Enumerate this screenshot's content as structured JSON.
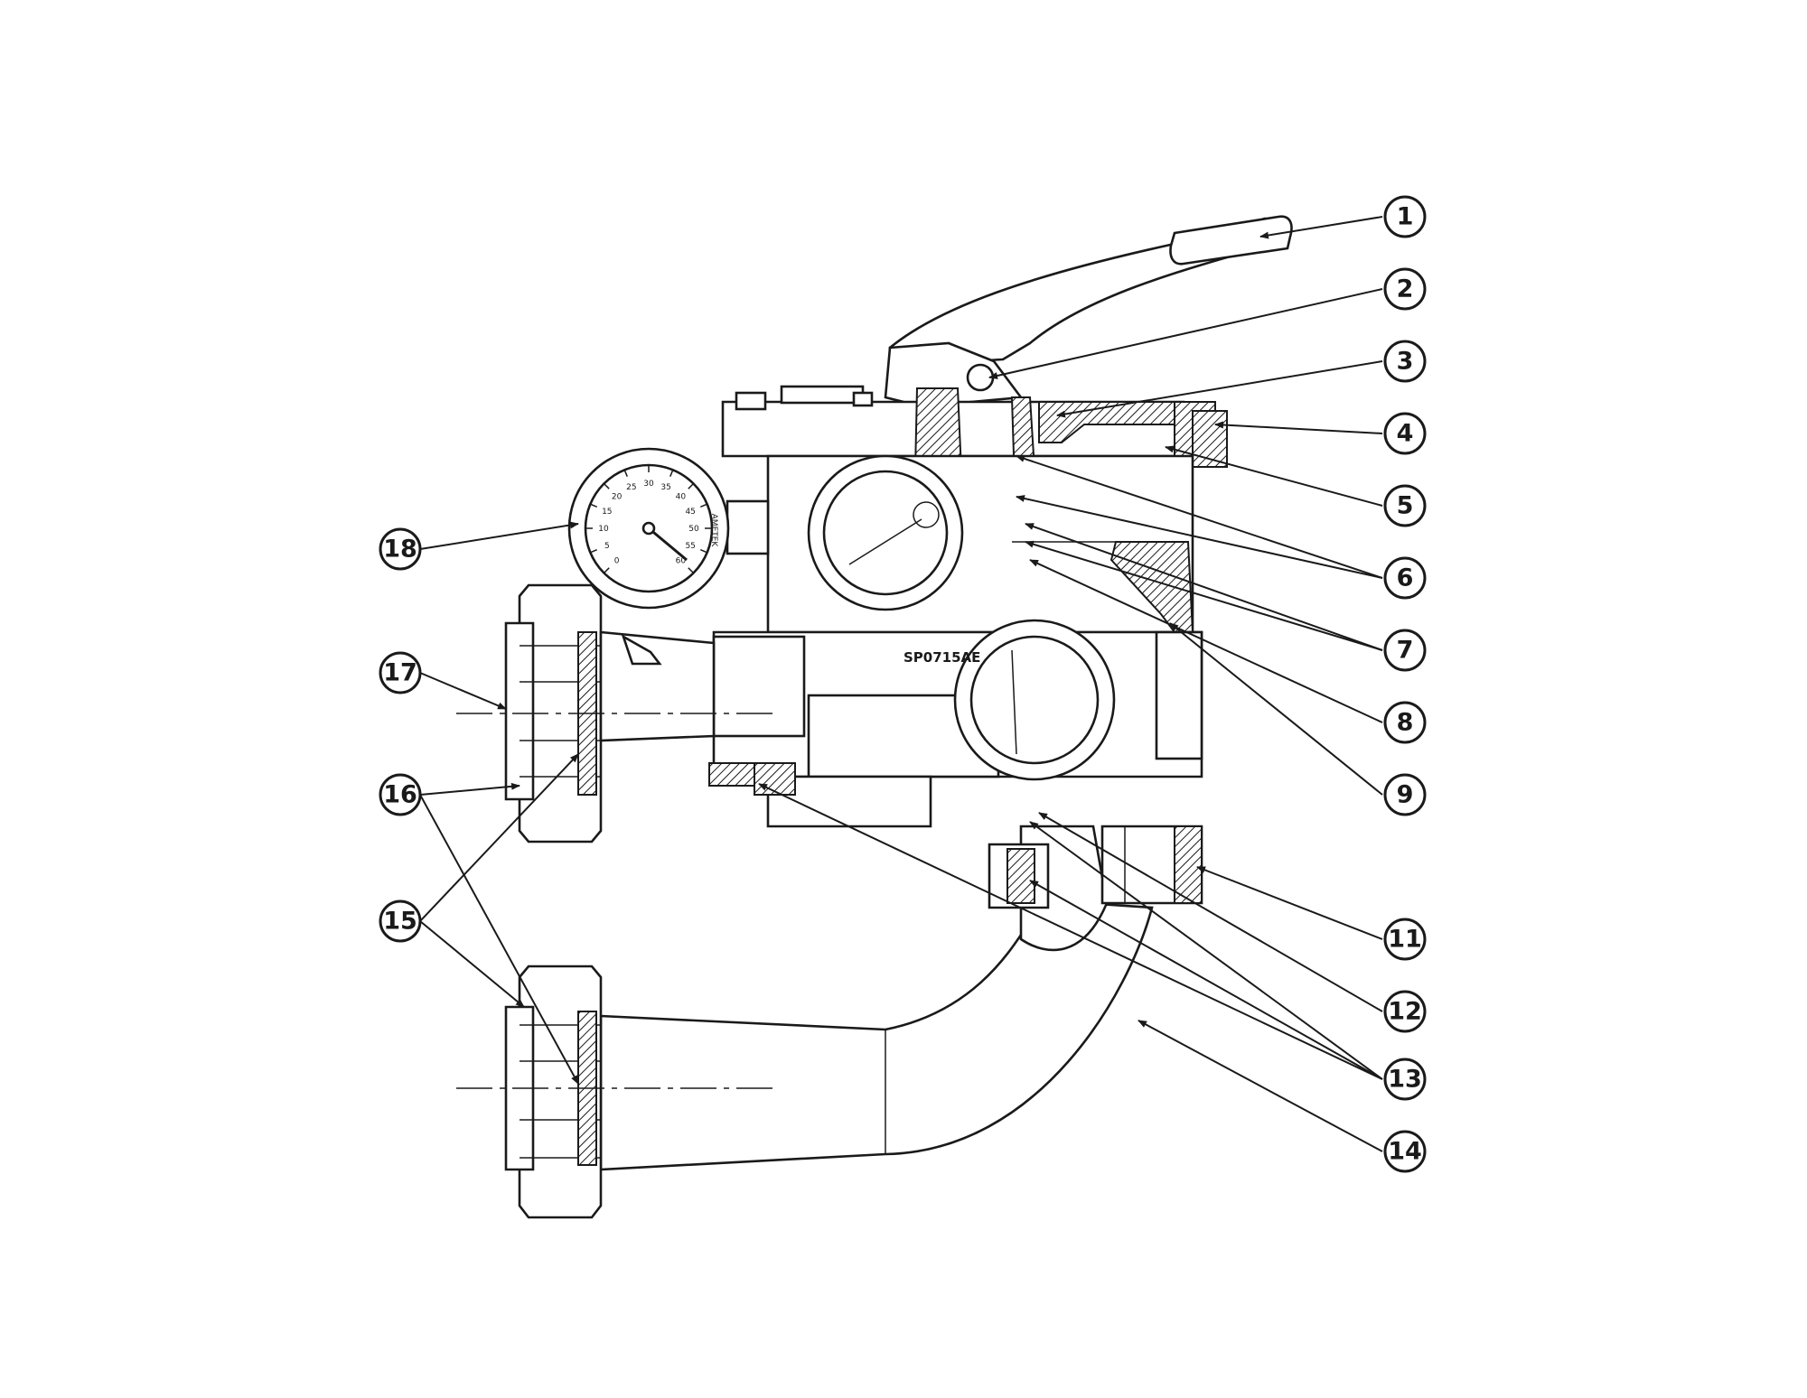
{
  "diagram": {
    "model_label": "SP0715AE",
    "gauge_brand": "AMETEK",
    "gauge_ticks": [
      "0",
      "5",
      "10",
      "15",
      "20",
      "25",
      "30",
      "35",
      "40",
      "45",
      "50",
      "55",
      "60"
    ]
  },
  "callouts": [
    "1",
    "2",
    "3",
    "4",
    "5",
    "6",
    "7",
    "8",
    "9",
    "11",
    "12",
    "13",
    "14",
    "15",
    "16",
    "17",
    "18"
  ]
}
